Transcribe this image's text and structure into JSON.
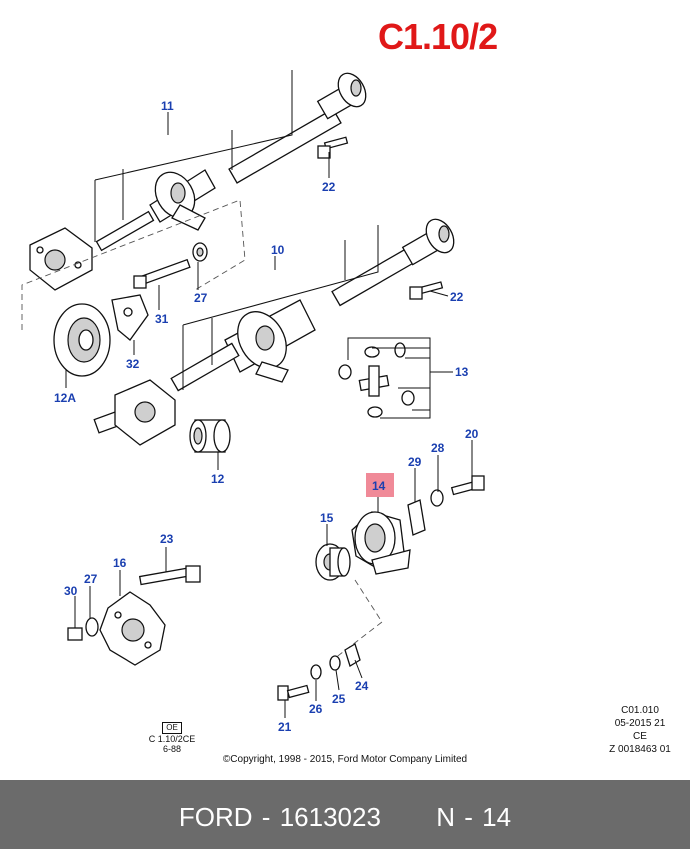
{
  "diagram": {
    "page_code": "C1.10/2",
    "callouts": {
      "c11": "11",
      "c22a": "22",
      "c27a": "27",
      "c31": "31",
      "c10": "10",
      "c22b": "22",
      "c12a": "12A",
      "c32": "32",
      "c13": "13",
      "c12": "12",
      "c14": "14",
      "c29": "29",
      "c28": "28",
      "c20": "20",
      "c15": "15",
      "c23": "23",
      "c16": "16",
      "c27b": "27",
      "c30": "30",
      "c24": "24",
      "c25": "25",
      "c26": "26",
      "c21": "21"
    },
    "highlight_color": "#f08a98",
    "callout_color": "#1a3fb0",
    "legacy_ref": {
      "badge": "OE",
      "code": "C 1.10/2CE",
      "date": "6-88"
    },
    "ref_block": [
      "C01.010",
      "05-2015 21",
      "CE",
      "Z 0018463 01"
    ],
    "copyright": "©Copyright, 1998 - 2015, Ford Motor Company Limited"
  },
  "footer": {
    "brand": "FORD",
    "separator": "-",
    "part_number": "1613023",
    "ref": "N - 14"
  }
}
